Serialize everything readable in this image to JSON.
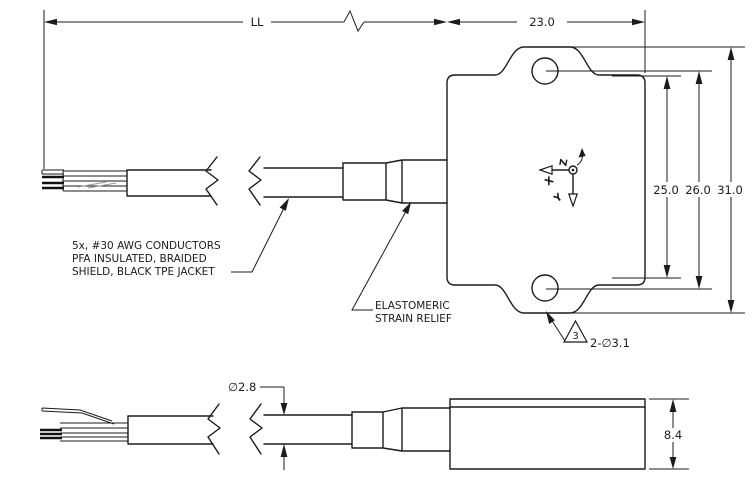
{
  "dimensions": {
    "cable_length": "LL",
    "body_width": "23.0",
    "hole_pitch": "25.0",
    "mid_height": "26.0",
    "overall_height": "31.0",
    "cable_diameter": "∅2.8",
    "body_thickness": "8.4",
    "hole_callout": "2-∅3.1",
    "flag_number": "3"
  },
  "notes": {
    "cable_line1": "5x, #30 AWG CONDUCTORS",
    "cable_line2": "PFA INSULATED, BRAIDED",
    "cable_line3": "SHIELD, BLACK TPE JACKET",
    "strain_relief_line1": "ELASTOMERIC",
    "strain_relief_line2": "STRAIN RELIEF"
  },
  "axes": {
    "x": "X",
    "y": "Y",
    "z": "Z"
  },
  "colors": {
    "line": "#1b1b1b",
    "background": "#ffffff"
  }
}
